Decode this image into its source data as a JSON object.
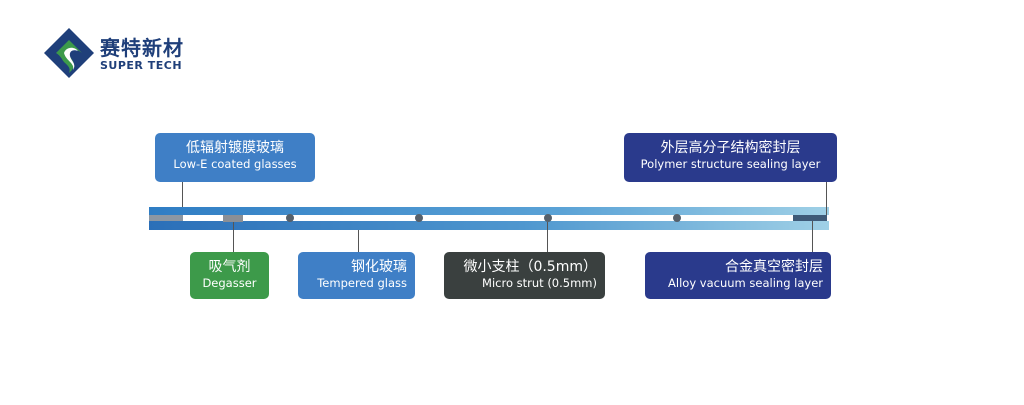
{
  "brand": {
    "name_cn": "赛特新材",
    "name_en": "SUPER TECH"
  },
  "colors": {
    "brand_navy": "#1f3f7a",
    "brand_green": "#3d9a4a",
    "blue_label": "#3f7fc6",
    "navy_label": "#2a3a8c",
    "green_label": "#3d9a4a",
    "dark_label": "#3a403f"
  },
  "diagram": {
    "labels": {
      "low_e": {
        "cn": "低辐射镀膜玻璃",
        "en": "Low-E coated glasses"
      },
      "polymer": {
        "cn": "外层高分子结构密封层",
        "en": "Polymer structure sealing layer"
      },
      "degasser": {
        "cn": "吸气剂",
        "en": "Degasser"
      },
      "tempered": {
        "cn": "钢化玻璃",
        "en": "Tempered glass"
      },
      "strut": {
        "cn": "微小支柱（0.5mm）",
        "en": "Micro strut (0.5mm)"
      },
      "alloy": {
        "cn": "合金真空密封层",
        "en": "Alloy vacuum sealing layer"
      }
    }
  }
}
